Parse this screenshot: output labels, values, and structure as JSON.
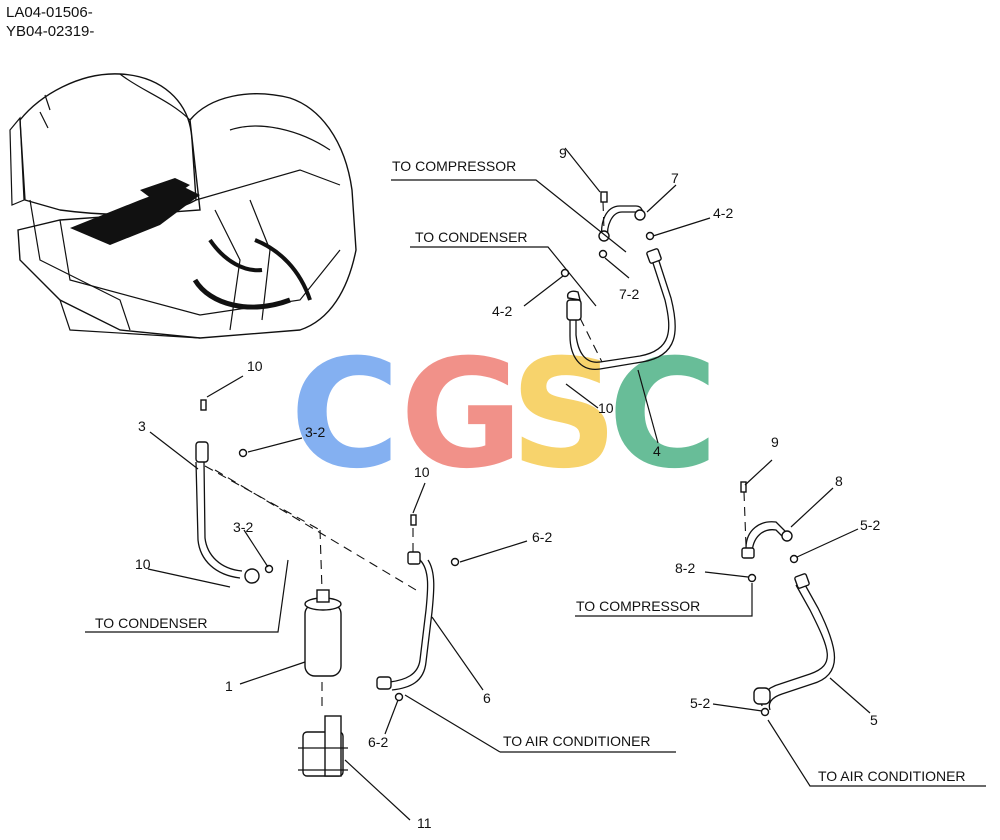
{
  "header": {
    "code1": "LA04-01506-",
    "code2": "YB04-02319-"
  },
  "watermark": {
    "letters": [
      "C",
      "G",
      "S",
      "C"
    ],
    "colors": [
      "#7aaaf0",
      "#f08880",
      "#f7d060",
      "#5cb890"
    ]
  },
  "callouts": {
    "to_compressor_top": "TO COMPRESSOR",
    "to_condenser_top": "TO CONDENSER",
    "to_condenser_left": "TO CONDENSER",
    "to_compressor_right": "TO COMPRESSOR",
    "to_air_conditioner_mid": "TO AIR CONDITIONER",
    "to_air_conditioner_right": "TO AIR CONDITIONER"
  },
  "part_numbers": {
    "p9_top": "9",
    "p7": "7",
    "p4_2_right": "4-2",
    "p4_2_left": "4-2",
    "p7_2": "7-2",
    "p10_hose4": "10",
    "p4": "4",
    "p10_hose3": "10",
    "p3": "3",
    "p3_2_top": "3-2",
    "p3_2_low": "3-2",
    "p10_clamp": "10",
    "p10_hose6": "10",
    "p6_2_top": "6-2",
    "p6": "6",
    "p6_2_low": "6-2",
    "p1": "1",
    "p11": "11",
    "p9_right": "9",
    "p8": "8",
    "p5_2_top": "5-2",
    "p8_2": "8-2",
    "p5_2_low": "5-2",
    "p5": "5"
  }
}
